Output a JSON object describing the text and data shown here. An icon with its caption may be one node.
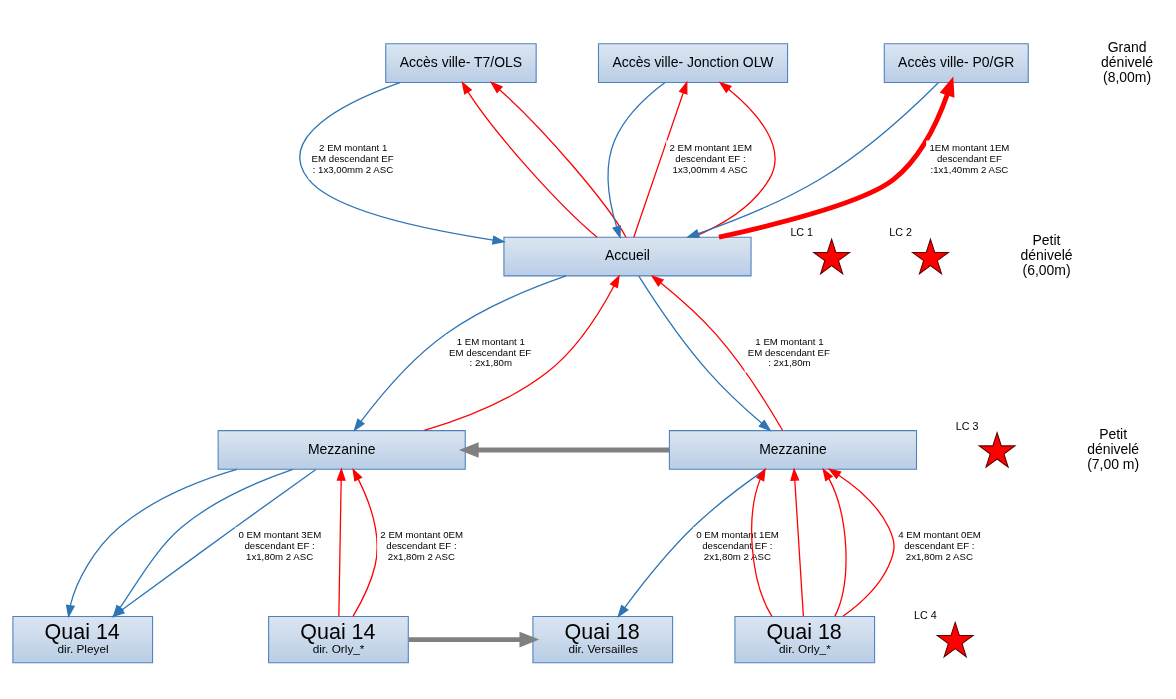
{
  "diagram": {
    "nodes": [
      {
        "text": [
          "Accès ville- T7/OLS"
        ]
      },
      {
        "text": [
          "Accès ville- Jonction OLW"
        ]
      },
      {
        "text": [
          "Accès ville- P0/GR"
        ]
      },
      {
        "text": [
          "Accueil"
        ]
      },
      {
        "text": [
          "Mezzanine"
        ]
      },
      {
        "text": [
          "Mezzanine"
        ]
      },
      {
        "text": [
          "Quai 14",
          "dir. Pleyel"
        ]
      },
      {
        "text": [
          "Quai 14",
          "dir. Orly_*"
        ]
      },
      {
        "text": [
          "Quai 18",
          "dir. Versailles"
        ]
      },
      {
        "text": [
          "Quai 18",
          "dir. Orly_*"
        ]
      },
      {
        "text": [
          "LC 1"
        ]
      },
      {
        "text": [
          "LC 2"
        ]
      },
      {
        "text": [
          "LC 3"
        ]
      },
      {
        "text": [
          "LC 4"
        ]
      }
    ],
    "edges": [
      {
        "from": 0,
        "to": 3,
        "arrow": "to",
        "color": "#2e75b6",
        "label": "2 EM montant 1 EM descendant EF : 1x3,00mm 2 ASC"
      },
      {
        "from": 3,
        "to": 0,
        "arrow": "to"
      },
      {
        "from": 3,
        "to": 0,
        "arrow": "to"
      },
      {
        "from": 1,
        "to": 3,
        "arrow": "to",
        "color": "#2e75b6"
      },
      {
        "from": 3,
        "to": 1,
        "arrow": "to",
        "label": "2 EM montant 1EM descendant EF : 1x3,00mm 4 ASC"
      },
      {
        "from": 3,
        "to": 1,
        "arrow": "to"
      },
      {
        "from": 2,
        "to": 3,
        "arrow": "to",
        "color": "#2e75b6"
      },
      {
        "from": 3,
        "to": 2,
        "arrow": "to",
        "style": "thick",
        "label": "1EM montant 1EM descendant EF :1x1,40mm 2 ASC"
      },
      {
        "from": 3,
        "to": 4,
        "arrow": "to",
        "color": "#2e75b6",
        "label": "1 EM montant 1 EM descendant EF : 2x1,80m"
      },
      {
        "from": 4,
        "to": 3,
        "arrow": "to"
      },
      {
        "from": 3,
        "to": 5,
        "arrow": "to",
        "color": "#2e75b6"
      },
      {
        "from": 5,
        "to": 3,
        "arrow": "to",
        "label": "1 EM montant 1 EM descendant EF : 2x1,80m"
      },
      {
        "from": 5,
        "to": 4,
        "arrow": "to",
        "color": "#808080",
        "style": "thick"
      },
      {
        "from": 4,
        "to": 6,
        "arrow": "to",
        "color": "#2e75b6"
      },
      {
        "from": 4,
        "to": 6,
        "arrow": "to",
        "color": "#2e75b6"
      },
      {
        "from": 4,
        "to": 6,
        "arrow": "to",
        "color": "#2e75b6",
        "label": "0 EM montant 3EM descendant EF : 1x1,80m 2 ASC"
      },
      {
        "from": 7,
        "to": 4,
        "arrow": "to"
      },
      {
        "from": 7,
        "to": 4,
        "arrow": "to",
        "label": "2 EM montant 0EM descendant EF : 2x1,80m 2 ASC"
      },
      {
        "from": 9,
        "to": 5,
        "arrow": "to"
      },
      {
        "from": 9,
        "to": 5,
        "arrow": "to"
      },
      {
        "from": 9,
        "to": 5,
        "arrow": "to"
      },
      {
        "from": 9,
        "to": 5,
        "arrow": "to",
        "label": "4 EM montant 0EM descendant EF : 2x1,80m 2 ASC"
      },
      {
        "from": 5,
        "to": 8,
        "arrow": "to",
        "color": "#2e75b6",
        "label": "0 EM montant 1EM descendant EF : 2x1,80m 2 ASC"
      },
      {
        "from": 7,
        "to": 8,
        "arrow": "to",
        "color": "#808080",
        "style": "thick"
      }
    ],
    "labels": [
      "Grand dénivelé (8,00m)",
      "Petit dénivelé (6,00m)",
      "Petit dénivelé (7,00 m)"
    ]
  }
}
